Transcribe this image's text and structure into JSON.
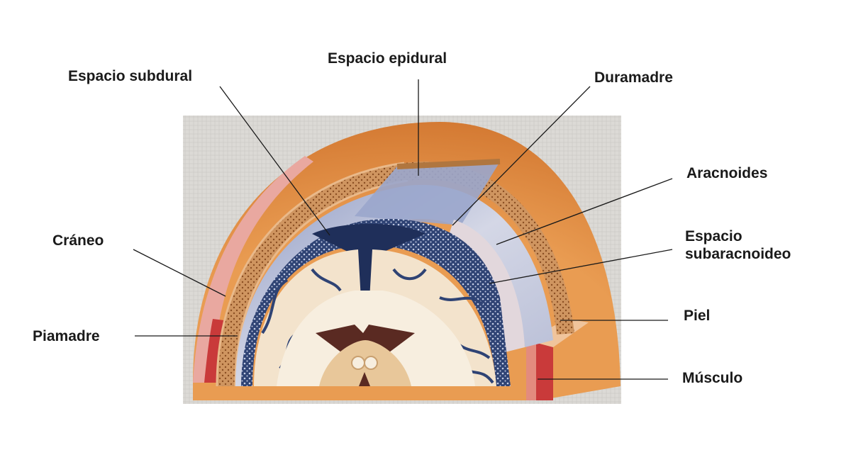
{
  "labels": {
    "espacio_epidural": "Espacio epidural",
    "espacio_subdural": "Espacio subdural",
    "duramadre": "Duramadre",
    "aracnoides": "Aracnoides",
    "espacio_subaracnoideo_line1": "Espacio",
    "espacio_subaracnoideo_line2": "subaracnoideo",
    "craneo": "Cráneo",
    "piel": "Piel",
    "piamadre": "Piamadre",
    "musculo": "Músculo"
  },
  "colors": {
    "background_panel": "#d9d7d3",
    "skin": "#e69a4f",
    "bone": "#c98a4e",
    "dura": "#b9bfd6",
    "subarachnoid": "#2a3d6b",
    "brain": "#f3e3cc",
    "muscle": "#c93a3a",
    "ventricle": "#5a2a22"
  }
}
